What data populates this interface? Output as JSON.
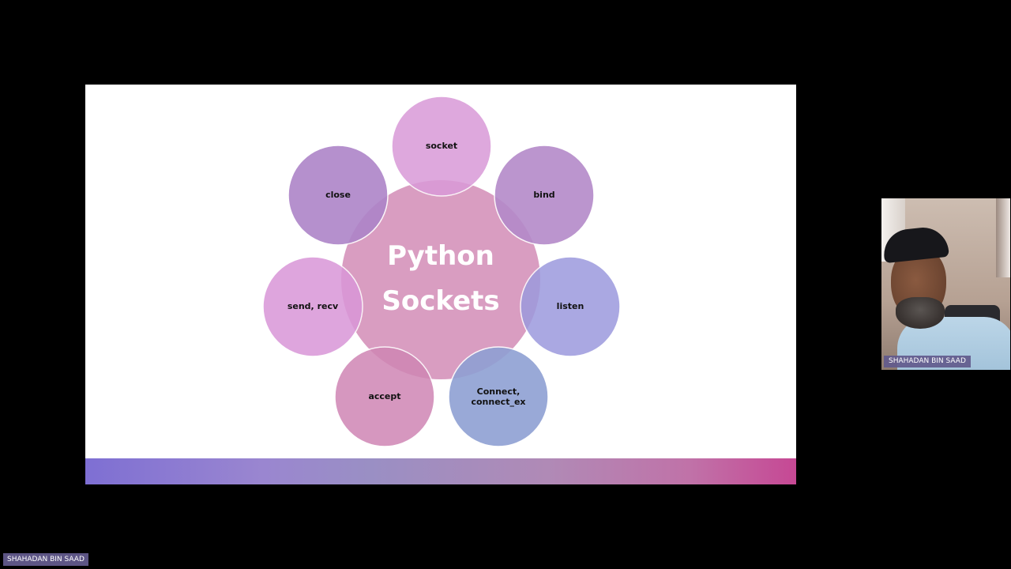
{
  "slide": {
    "center_title_line1": "Python",
    "center_title_line2": "Sockets",
    "nodes": {
      "socket": "socket",
      "bind": "bind",
      "listen": "listen",
      "connect_line1": "Connect,",
      "connect_line2": "connect_ex",
      "accept": "accept",
      "send_recv": "send, recv",
      "close": "close"
    }
  },
  "video": {
    "participant_name": "SHAHADAN BIN SAAD"
  },
  "presenter_tag": {
    "name": "SHAHADAN BIN SAAD"
  }
}
